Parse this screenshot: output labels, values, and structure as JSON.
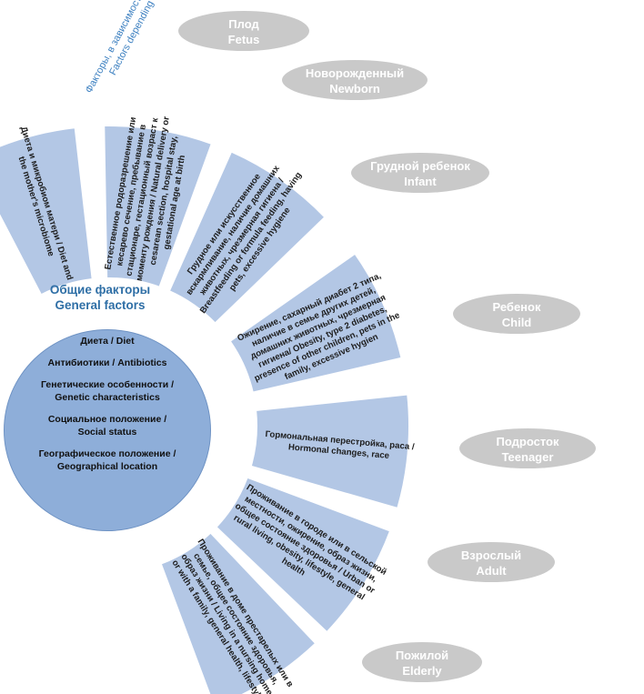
{
  "side_title": {
    "line1": "Факторы, в зависимости от возраста",
    "line2": "Factors depending on age"
  },
  "general": {
    "title_ru": "Общие факторы",
    "title_en": "General factors",
    "items": [
      {
        "ru": "Диета / Diet",
        "en": ""
      },
      {
        "ru": "Антибиотики / Antibiotics",
        "en": ""
      },
      {
        "ru": "Генетические особенности /",
        "en": "Genetic characteristics"
      },
      {
        "ru": "Социальное положение /",
        "en": "Social status"
      },
      {
        "ru": "Географическое положение /",
        "en": "Geographical location"
      }
    ]
  },
  "stages": [
    {
      "ru": "Плод",
      "en": "Fetus",
      "factors": [
        "Диета и микробиом матери / Diet and",
        "the mother's microbiome"
      ]
    },
    {
      "ru": "Новорожденный",
      "en": "Newborn",
      "factors": [
        "Естественное родоразрешение или",
        "кесарево сечение, пребывание в",
        "стационаре, гестационный возраст к",
        "моменту рождения / Natural delivery or",
        "cesarean section, hospital stay,",
        "gestational age at birth"
      ]
    },
    {
      "ru": "Грудной ребенок",
      "en": "Infant",
      "factors": [
        "Грудное или искусственное",
        "вскармливание, наличие домашних",
        "животных, чрезмерная гигиена /",
        "Breastfeeding or formula feeding, having",
        "pets, excessive hygiene"
      ]
    },
    {
      "ru": "Ребенок",
      "en": "Child",
      "factors": [
        "Ожирение, сахарный диабет 2 типа,",
        "наличие в семье других детей,",
        "домашних животных, чрезмерная",
        "гигиена/ Obesity, type 2 diabetes,",
        "presence of other children, pets in the",
        "family, excessive hygien"
      ]
    },
    {
      "ru": "Подросток",
      "en": "Teenager",
      "factors": [
        "Гормональная перестройка, раса /",
        "Hormonal changes, race"
      ]
    },
    {
      "ru": "Взрослый",
      "en": "Adult",
      "factors": [
        "Проживание в городе или в сельской",
        "местности, ожирение, образ жизни,",
        "общее состояние здоровья / Urban or",
        "rural living, obesity, lifestyle, general",
        "health"
      ]
    },
    {
      "ru": "Пожилой",
      "en": "Elderly",
      "factors": [
        "Проживание в доме престарелых или в",
        "семье, общее состояние здоровья,",
        "образ жизни / Living in a nursing home",
        "or with a family, general health, lifestyle"
      ]
    }
  ],
  "colors": {
    "petal_fill": "#b3c7e5",
    "petal_stroke": "#ffffff",
    "stage_fill": "#c9c9c9",
    "stage_text": "#ffffff",
    "circle_fill": "#8eaed9",
    "title_color": "#2f6fa6"
  }
}
